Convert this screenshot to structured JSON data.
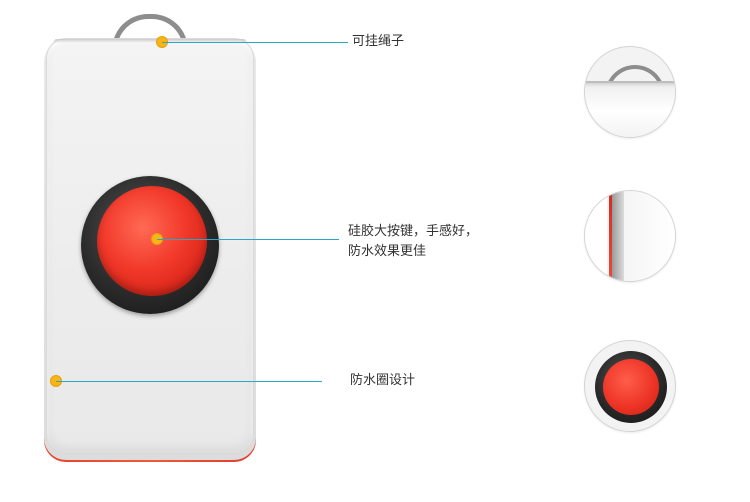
{
  "callouts": {
    "rope": {
      "text": "可挂绳子"
    },
    "button": {
      "line1": "硅胶大按键，手感好，",
      "line2": "防水效果更佳"
    },
    "seal": {
      "text": "防水圈设计"
    }
  },
  "colors": {
    "accent_line": "#2aa6c6",
    "marker_dot": "#f9b417",
    "button_red": "#f2392a",
    "device_white": "#f0f0f0",
    "ring_dark": "#2b2b2b"
  },
  "detail_views": [
    {
      "icon": "rope-closeup-icon"
    },
    {
      "icon": "seal-edge-closeup-icon"
    },
    {
      "icon": "button-closeup-icon"
    }
  ]
}
